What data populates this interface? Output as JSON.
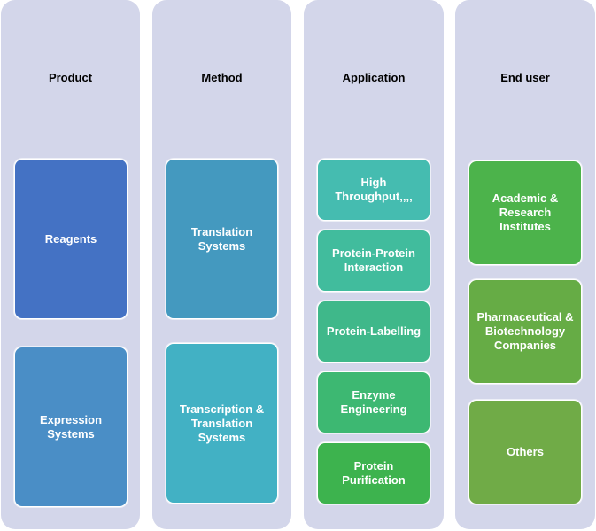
{
  "columns": [
    {
      "title": "Product",
      "boxes": [
        {
          "label": "Reagents",
          "color": "#4472c4"
        },
        {
          "label": "Expression\nSystems",
          "color": "#4a8ec6"
        }
      ]
    },
    {
      "title": "Method",
      "boxes": [
        {
          "label": "Translation\nSystems",
          "color": "#4499bf"
        },
        {
          "label": "Transcription &\nTranslation\nSystems",
          "color": "#42b1c4"
        }
      ]
    },
    {
      "title": "Application",
      "boxes": [
        {
          "label": "High\nThroughput,,,,",
          "color": "#45bcb0"
        },
        {
          "label": "Protein-Protein\nInteraction",
          "color": "#41bc9d"
        },
        {
          "label": "Protein-Labelling",
          "color": "#3fb88a"
        },
        {
          "label": "Enzyme\nEngineering",
          "color": "#3db872"
        },
        {
          "label": "Protein\nPurification",
          "color": "#3db34e"
        }
      ]
    },
    {
      "title": "End user",
      "boxes": [
        {
          "label": "Academic &\nResearch\nInstitutes",
          "color": "#4cb34b"
        },
        {
          "label": "Pharmaceutical &\nBiotechnology\nCompanies",
          "color": "#66ac45"
        },
        {
          "label": "Others",
          "color": "#70ab47"
        }
      ]
    }
  ]
}
